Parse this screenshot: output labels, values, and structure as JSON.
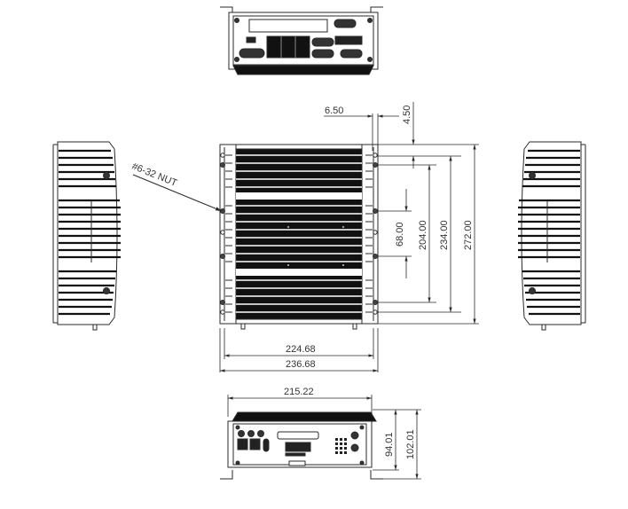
{
  "drawing": {
    "type": "mechanical dimension drawing",
    "units": "mm",
    "colors": {
      "line": "#2a2a2a",
      "fill_dark": "#111111",
      "text": "#333333",
      "background": "#ffffff"
    },
    "views": {
      "rear_view": {
        "label": ""
      },
      "top_view": {
        "label": ""
      },
      "left_side_view": {
        "label": ""
      },
      "right_side_view": {
        "label": ""
      },
      "front_view": {
        "label": ""
      }
    },
    "callouts": {
      "nut": "#6-32 NUT"
    },
    "dimensions": {
      "flange_width": "6.50",
      "flange_offset": "4.50",
      "center_holes": "68.00",
      "inner_holes": "204.00",
      "outer_holes": "234.00",
      "total_depth": "272.00",
      "body_width": "224.68",
      "total_width": "236.68",
      "front_width": "215.22",
      "body_height": "94.01",
      "total_height": "102.01"
    }
  }
}
